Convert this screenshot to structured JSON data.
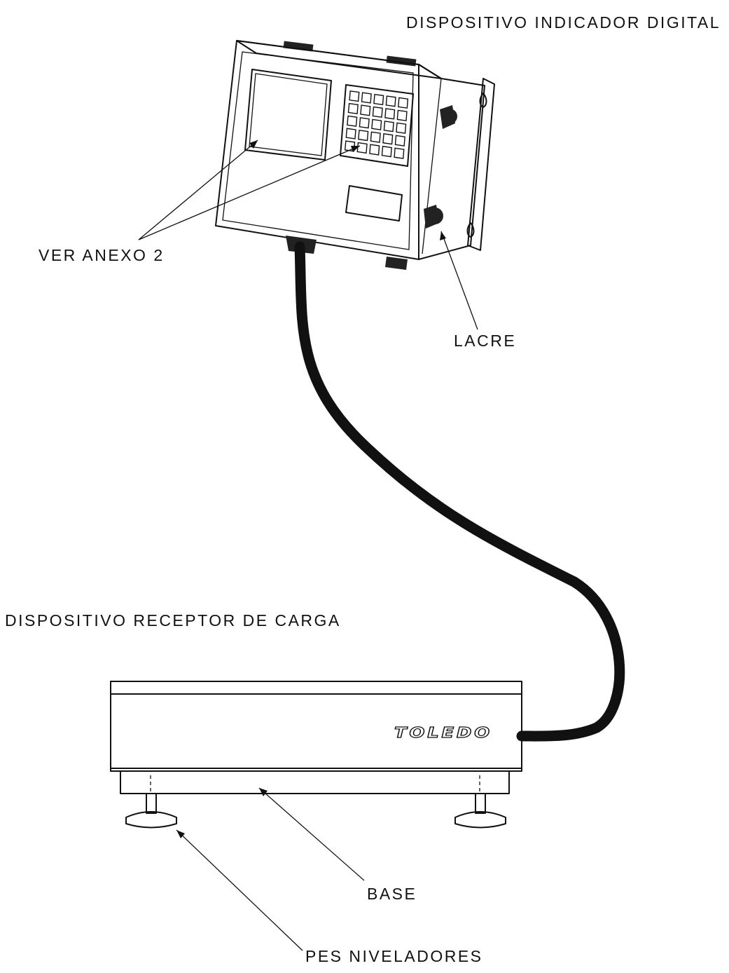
{
  "labels": {
    "indicator": "DISPOSITIVO INDICADOR DIGITAL",
    "see_annex": "VER ANEXO 2",
    "seal": "LACRE",
    "receiver": "DISPOSITIVO RECEPTOR DE CARGA",
    "base": "BASE",
    "leveling_feet": "PES NIVELADORES"
  },
  "brand": "TOLEDO"
}
